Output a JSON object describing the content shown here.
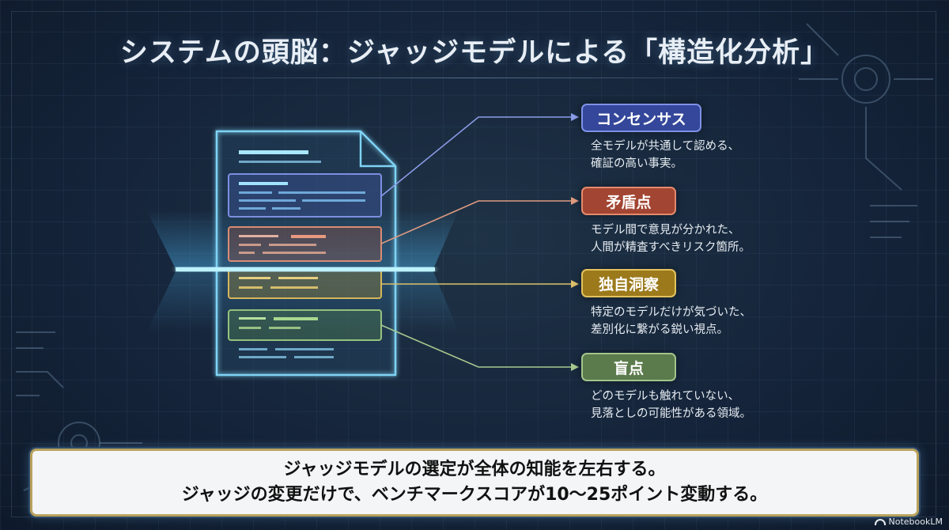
{
  "title": "システムの頭脳：ジャッジモデルによる「構造化分析」",
  "categories": [
    {
      "label": "コンセンサス",
      "desc1": "全モデルが共通して認める、",
      "desc2": "確証の高い事実。",
      "color": "#34479a"
    },
    {
      "label": "矛盾点",
      "desc1": "モデル間で意見が分かれた、",
      "desc2": "人間が精査すべきリスク箇所。",
      "color": "#a24532"
    },
    {
      "label": "独自洞察",
      "desc1": "特定のモデルだけが気づいた、",
      "desc2": "差別化に繋がる鋭い視点。",
      "color": "#9c7a1c"
    },
    {
      "label": "盲点",
      "desc1": "どのモデルも触れていない、",
      "desc2": "見落としの可能性がある領域。",
      "color": "#5b7b4c"
    }
  ],
  "banner": {
    "line1": "ジャッジモデルの選定が全体の知能を左右する。",
    "line2": "ジャッジの変更だけで、ベンチマークスコアが10〜25ポイント変動する。"
  },
  "logo": "NotebookLM",
  "icons": [
    "document-icon",
    "scanner-beam",
    "circuit-decoration"
  ]
}
